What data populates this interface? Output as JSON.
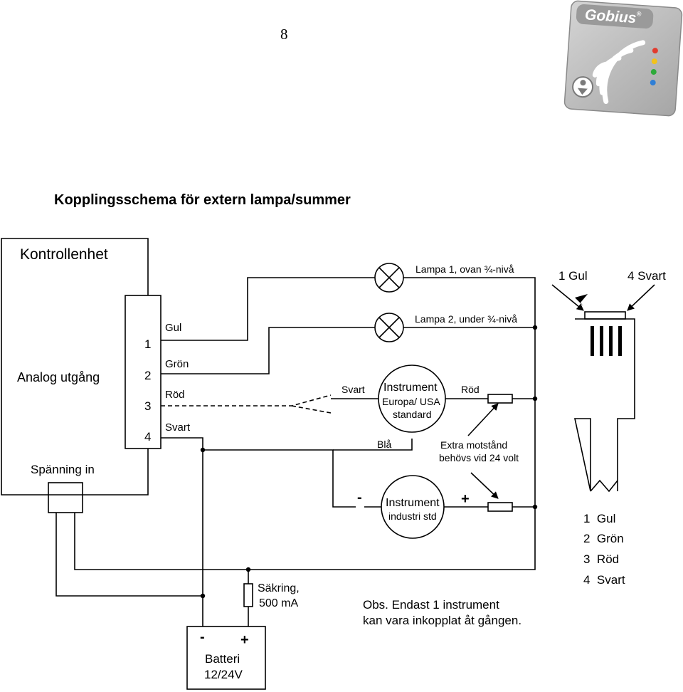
{
  "page_number": "8",
  "logo": {
    "brand": "Gobius",
    "registered": "®",
    "led_colors": [
      "#e23b2e",
      "#f2c21b",
      "#2eaa3a",
      "#2f7fd6"
    ]
  },
  "title": "Kopplingsschema för extern lampa/summer",
  "control_unit": {
    "label": "Kontrollenhet",
    "analog_output": "Analog utgång",
    "power_in": "Spänning in",
    "terminals": [
      "1",
      "2",
      "3",
      "4"
    ]
  },
  "wires": {
    "gul": "Gul",
    "gron": "Grön",
    "rod": "Röd",
    "svart": "Svart"
  },
  "lamps": {
    "lamp1": "Lampa 1, ovan ¾-nivå",
    "lamp2": "Lampa 2, under ¾-nivå"
  },
  "instrument_eu": {
    "title": "Instrument",
    "line2": "Europa/ USA",
    "line3": "standard",
    "left_label": "Svart",
    "right_label": "Röd",
    "bottom_label": "Blå"
  },
  "resistor_note": {
    "line1": "Extra motstånd",
    "line2": "behövs vid 24 volt"
  },
  "instrument_ind": {
    "title": "Instrument",
    "line2": "industri std",
    "minus": "-",
    "plus": "+"
  },
  "fuse": {
    "line1": "Säkring,",
    "line2": "500 mA"
  },
  "battery": {
    "minus": "-",
    "plus": "+",
    "line1": "Batteri",
    "line2": "12/24V"
  },
  "note": {
    "line1": "Obs. Endast 1 instrument",
    "line2": "kan vara inkopplat åt gången."
  },
  "connector": {
    "top_left": "1 Gul",
    "top_right": "4 Svart",
    "legend": [
      {
        "num": "1",
        "color": "Gul"
      },
      {
        "num": "2",
        "color": "Grön"
      },
      {
        "num": "3",
        "color": "Röd"
      },
      {
        "num": "4",
        "color": "Svart"
      }
    ]
  }
}
